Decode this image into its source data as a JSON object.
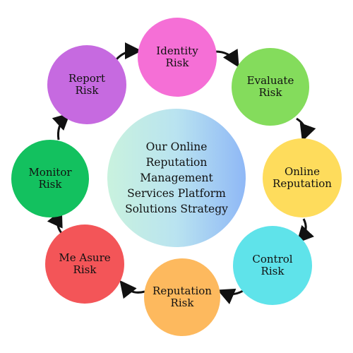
{
  "center": {
    "lines": [
      "Our Online",
      "Reputation",
      "Management",
      "Services Platform",
      "Solutions Strategy"
    ]
  },
  "nodes": [
    {
      "key": "identity",
      "lines": [
        "Identity",
        "Risk"
      ],
      "color": "#f56fd6"
    },
    {
      "key": "evaluate",
      "lines": [
        "Evaluate",
        "Risk"
      ],
      "color": "#84dc5c"
    },
    {
      "key": "online",
      "lines": [
        "Online",
        "Reputation"
      ],
      "color": "#fedc5c"
    },
    {
      "key": "control",
      "lines": [
        "Control",
        "Risk"
      ],
      "color": "#5fe3ea"
    },
    {
      "key": "reputation",
      "lines": [
        "Reputation",
        "Risk"
      ],
      "color": "#fdb95e"
    },
    {
      "key": "measure",
      "lines": [
        "Me Asure",
        "Risk"
      ],
      "color": "#f35558"
    },
    {
      "key": "monitor",
      "lines": [
        "Monitor",
        "Risk"
      ],
      "color": "#13c15f"
    },
    {
      "key": "report",
      "lines": [
        "Report",
        "Risk"
      ],
      "color": "#c66ae0"
    }
  ],
  "arrow_color": "#111111"
}
